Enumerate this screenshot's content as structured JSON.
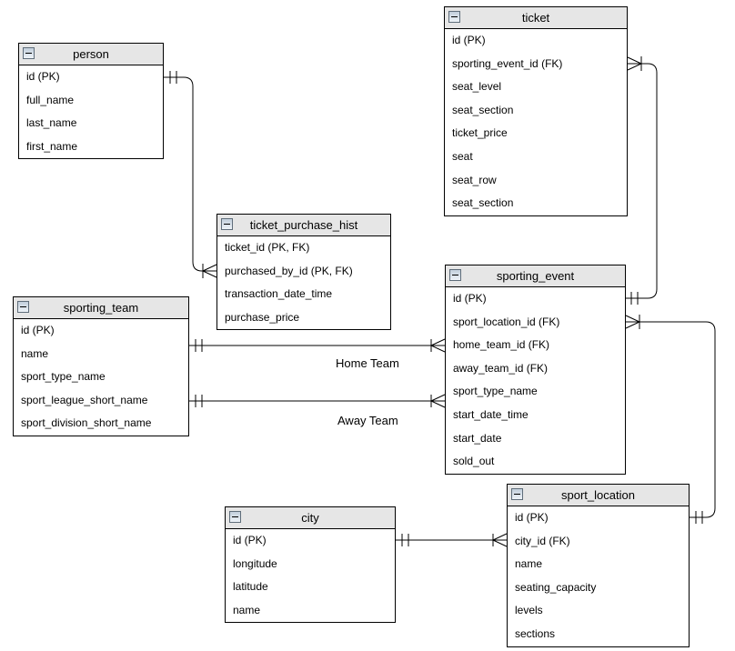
{
  "diagram": {
    "kind": "entity-relationship-diagram",
    "background_color": "#ffffff",
    "line_color": "#000000",
    "header_fill": "#e6e6e6",
    "notation": "crow-foot"
  },
  "entities": [
    {
      "name": "person",
      "fields": [
        "id (PK)",
        "full_name",
        "last_name",
        "first_name"
      ]
    },
    {
      "name": "ticket",
      "fields": [
        "id (PK)",
        "sporting_event_id (FK)",
        "seat_level",
        "seat_section",
        "ticket_price",
        "seat",
        "seat_row",
        "seat_section"
      ]
    },
    {
      "name": "ticket_purchase_hist",
      "fields": [
        "ticket_id (PK, FK)",
        "purchased_by_id (PK, FK)",
        "transaction_date_time",
        "purchase_price"
      ]
    },
    {
      "name": "sporting_team",
      "fields": [
        "id (PK)",
        "name",
        "sport_type_name",
        "sport_league_short_name",
        "sport_division_short_name"
      ]
    },
    {
      "name": "sporting_event",
      "fields": [
        "id (PK)",
        "sport_location_id (FK)",
        "home_team_id (FK)",
        "away_team_id (FK)",
        "sport_type_name",
        "start_date_time",
        "start_date",
        "sold_out"
      ]
    },
    {
      "name": "city",
      "fields": [
        "id (PK)",
        "longitude",
        "latitude",
        "name"
      ]
    },
    {
      "name": "sport_location",
      "fields": [
        "id (PK)",
        "city_id (FK)",
        "name",
        "seating_capacity",
        "levels",
        "sections"
      ]
    }
  ],
  "relationships": [
    {
      "from": "person.id",
      "to": "ticket_purchase_hist.purchased_by_id",
      "from_cardinality": "one-and-only-one",
      "to_cardinality": "one-or-many",
      "label": ""
    },
    {
      "from": "sporting_team.id",
      "to": "sporting_event.home_team_id",
      "from_cardinality": "one-and-only-one",
      "to_cardinality": "one-or-many",
      "label": "Home Team"
    },
    {
      "from": "sporting_team.id",
      "to": "sporting_event.away_team_id",
      "from_cardinality": "one-and-only-one",
      "to_cardinality": "one-or-many",
      "label": "Away Team"
    },
    {
      "from": "sporting_event.id",
      "to": "ticket.sporting_event_id",
      "from_cardinality": "one-and-only-one",
      "to_cardinality": "one-or-many",
      "label": ""
    },
    {
      "from": "sport_location.id",
      "to": "sporting_event.sport_location_id",
      "from_cardinality": "one-and-only-one",
      "to_cardinality": "one-or-many",
      "label": ""
    },
    {
      "from": "city.id",
      "to": "sport_location.city_id",
      "from_cardinality": "one-and-only-one",
      "to_cardinality": "one-or-many",
      "label": ""
    }
  ]
}
